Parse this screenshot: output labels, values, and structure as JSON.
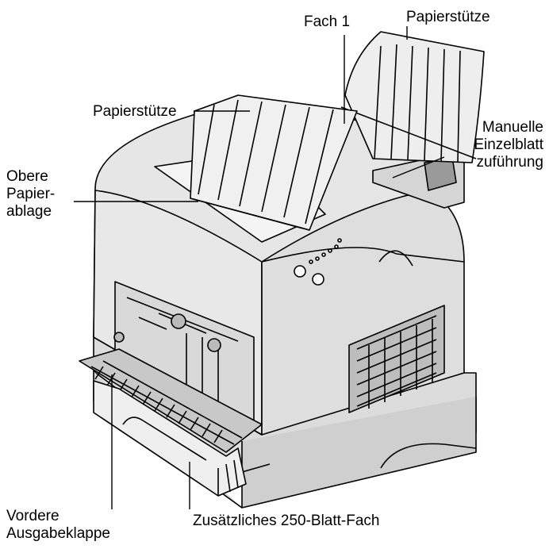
{
  "labels": {
    "fach1": "Fach 1",
    "papierstuetze_rechts": "Papierstütze",
    "papierstuetze_links": "Papierstütze",
    "manuelle": [
      "Manuelle",
      "Einzelblatt",
      "zuführung"
    ],
    "obere": [
      "Obere",
      "Papier-",
      "ablage"
    ],
    "vordere": [
      "Vordere",
      "Ausgabeklappe"
    ],
    "zusaetzliches": "Zusätzliches 250-Blatt-Fach"
  },
  "illustration": {
    "subject": "laser-printer",
    "line_color": "#000000",
    "body_fill": "#e6e6e6",
    "shade_fill": "#cfcfcf",
    "tray_fill": "#f2f2f2"
  }
}
